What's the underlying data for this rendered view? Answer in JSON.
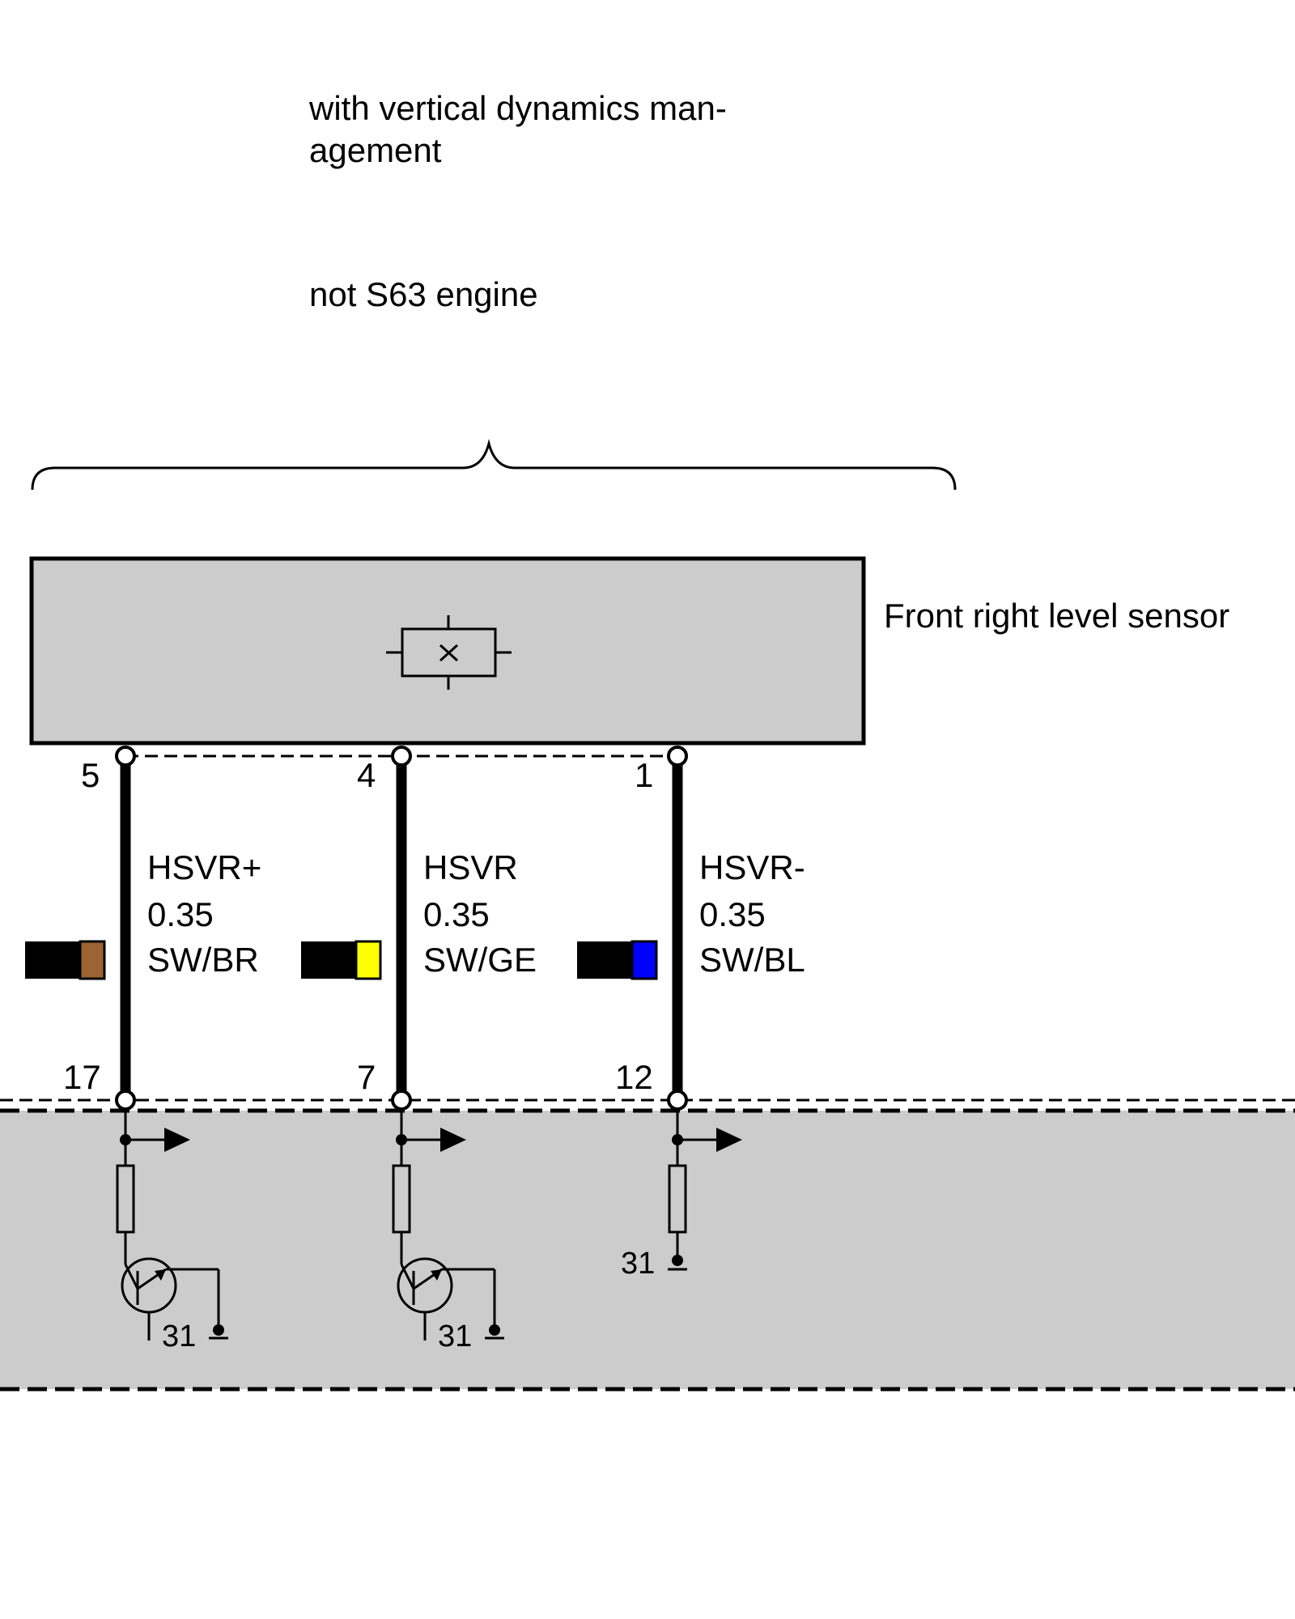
{
  "conditions": {
    "line1": "with vertical dynamics man-",
    "line2": "agement",
    "line3": "not S63 engine"
  },
  "component": {
    "name": "Front right level sensor",
    "fill": "#cccccc"
  },
  "wires": [
    {
      "top_pin": "5",
      "bottom_pin": "17",
      "signal": "HSVR+",
      "cross_section": "0.35",
      "color_code": "SW/BR",
      "colors": [
        "#000000",
        "#9a6433"
      ],
      "ground_label": "31",
      "circuit": "transistor"
    },
    {
      "top_pin": "4",
      "bottom_pin": "7",
      "signal": "HSVR",
      "cross_section": "0.35",
      "color_code": "SW/GE",
      "colors": [
        "#000000",
        "#ffff00"
      ],
      "ground_label": "31",
      "circuit": "transistor"
    },
    {
      "top_pin": "1",
      "bottom_pin": "12",
      "signal": "HSVR-",
      "cross_section": "0.35",
      "color_code": "SW/BL",
      "colors": [
        "#000000",
        "#0000ff"
      ],
      "ground_label": "31",
      "circuit": "resistor"
    }
  ],
  "control_unit": {
    "fill": "#cccccc"
  }
}
